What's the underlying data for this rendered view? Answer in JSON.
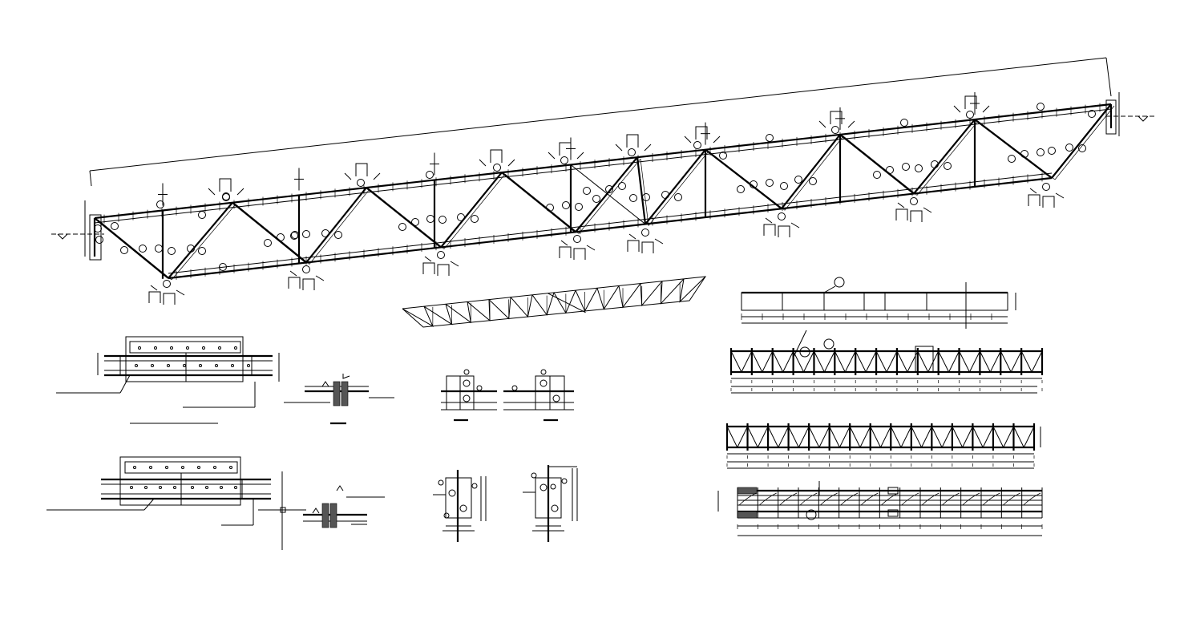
{
  "drawing": {
    "background": "#ffffff",
    "line_color": "#000000",
    "views": [
      "main-truss-elevation",
      "truss-perspective-sketch",
      "top-chord-plan",
      "vertical-bracing-elevation-1",
      "vertical-bracing-elevation-2",
      "lower-chord-plan",
      "splice-detail-top",
      "splice-detail-bottom",
      "gusset-section-top",
      "gusset-section-bottom",
      "end-plate-section-left",
      "end-plate-section-right",
      "node-section-left",
      "node-section-right"
    ]
  }
}
